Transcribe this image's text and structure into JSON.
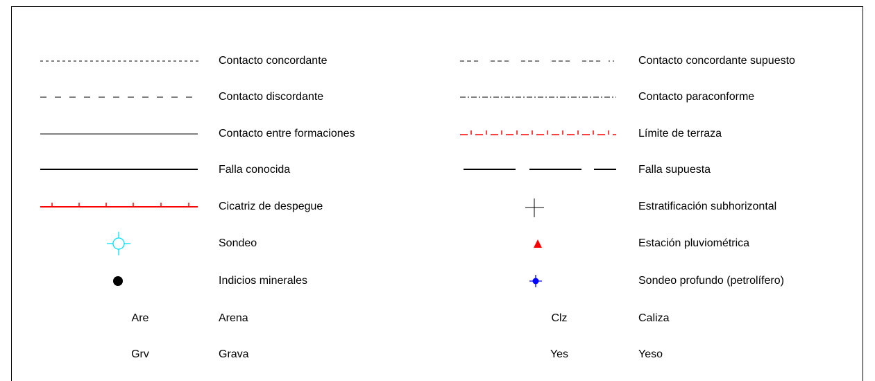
{
  "legend": {
    "left": [
      {
        "symbol": "dotted-line",
        "label": "Contacto concordante"
      },
      {
        "symbol": "dashed-line",
        "label": "Contacto discordante"
      },
      {
        "symbol": "thin-line",
        "label": "Contacto entre formaciones"
      },
      {
        "symbol": "thick-line",
        "label": "Falla conocida"
      },
      {
        "symbol": "red-ticked-line",
        "label": "Cicatriz de despegue"
      },
      {
        "symbol": "cyan-borehole-icon",
        "label": "Sondeo"
      },
      {
        "symbol": "black-dot-icon",
        "label": "Indicios minerales"
      },
      {
        "symbol": "text-code",
        "code": "Are",
        "label": "Arena"
      },
      {
        "symbol": "text-code",
        "code": "Grv",
        "label": "Grava"
      }
    ],
    "right": [
      {
        "symbol": "short-dotted-dash-line",
        "label": "Contacto concordante supuesto"
      },
      {
        "symbol": "dash-dot-line",
        "label": "Contacto paraconforme"
      },
      {
        "symbol": "red-terrace-line",
        "label": "Límite de terraza"
      },
      {
        "symbol": "long-dash-line",
        "label": "Falla supuesta"
      },
      {
        "symbol": "plus-icon",
        "label": "Estratificación subhorizontal"
      },
      {
        "symbol": "red-triangle-icon",
        "label": "Estación pluviométrica"
      },
      {
        "symbol": "blue-deep-borehole-icon",
        "label": "Sondeo profundo (petrolífero)"
      },
      {
        "symbol": "text-code",
        "code": "Clz",
        "label": "Caliza"
      },
      {
        "symbol": "text-code",
        "code": "Yes",
        "label": "Yeso"
      }
    ]
  },
  "colors": {
    "red": "#ff0000",
    "cyan": "#00e0ff",
    "blue": "#0000ff",
    "black": "#000000"
  }
}
